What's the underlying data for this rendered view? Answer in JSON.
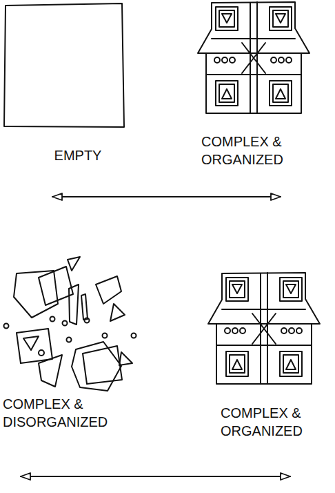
{
  "diagram": {
    "nodes": [
      {
        "text": [
          "EMPTY"
        ]
      },
      {
        "text": [
          "COMPLEX & ORGANIZED"
        ]
      },
      {
        "text": [
          "COMPLEX & DISORGANIZED"
        ]
      },
      {
        "text": [
          "COMPLEX & ORGANIZED"
        ]
      }
    ],
    "edges": [
      {
        "from": 0,
        "to": 1,
        "arrow": "both"
      },
      {
        "from": 2,
        "to": 3,
        "arrow": "both"
      }
    ]
  }
}
